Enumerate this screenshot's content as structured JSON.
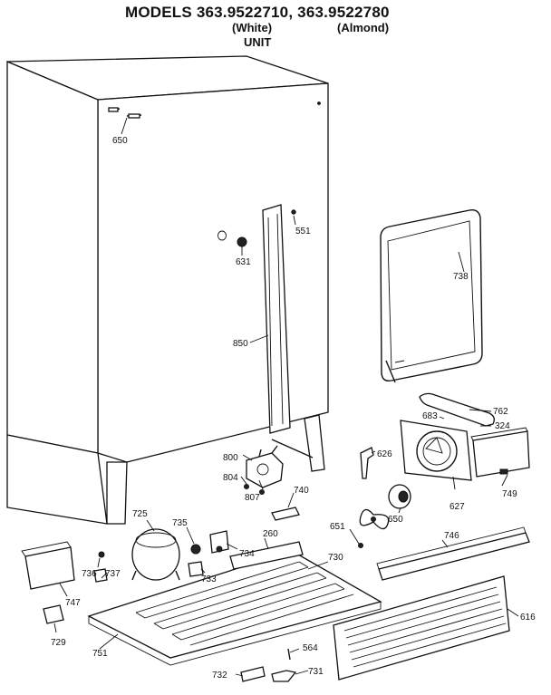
{
  "header": {
    "title": "MODELS 363.9522710, 363.9522780",
    "white": "(White)",
    "almond": "(Almond)",
    "unit": "UNIT"
  },
  "callouts": {
    "p650a": "650",
    "p551": "551",
    "p631": "631",
    "p850": "850",
    "p738": "738",
    "p762": "762",
    "p683": "683",
    "p324": "324",
    "p626": "626",
    "p800": "800",
    "p804": "804",
    "p807": "807",
    "p740": "740",
    "p627": "627",
    "p749": "749",
    "p725": "725",
    "p735": "735",
    "p260": "260",
    "p651": "651",
    "p650b": "650",
    "p746": "746",
    "p730": "730",
    "p734": "734",
    "p736": "736",
    "p737": "737",
    "p733": "733",
    "p747": "747",
    "p616": "616",
    "p729": "729",
    "p751": "751",
    "p564": "564",
    "p732": "732",
    "p731": "731"
  }
}
